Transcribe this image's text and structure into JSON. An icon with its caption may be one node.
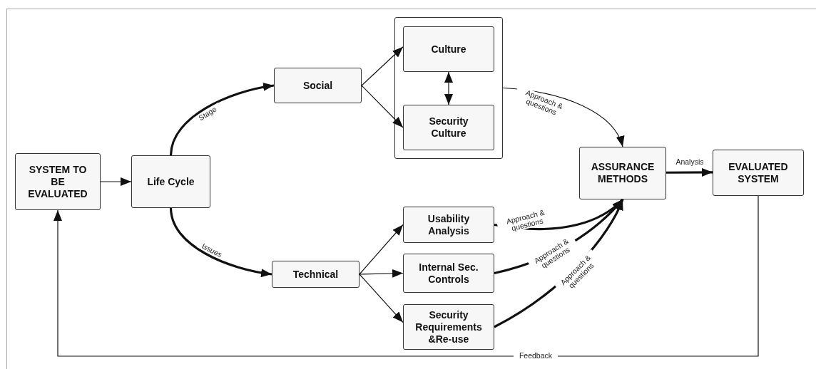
{
  "diagram": {
    "nodes": [
      {
        "text": [
          "SYSTEM TO BE EVALUATED"
        ]
      },
      {
        "text": [
          "Life Cycle"
        ]
      },
      {
        "text": [
          "Social"
        ]
      },
      {
        "text": [],
        "shape": "box"
      },
      {
        "text": [
          "Culture"
        ],
        "in": 3
      },
      {
        "text": [
          "Security Culture"
        ],
        "in": 3
      },
      {
        "text": [
          "ASSURANCE METHODS"
        ]
      },
      {
        "text": [
          "EVALUATED SYSTEM"
        ]
      },
      {
        "text": [
          "Technical"
        ]
      },
      {
        "text": [
          "Usability Analysis"
        ]
      },
      {
        "text": [
          "Internal Sec. Controls"
        ]
      },
      {
        "text": [
          "Security Requirements &Re-use"
        ]
      }
    ],
    "edges": [
      {
        "from": 0,
        "to": 1,
        "arrow": "to"
      },
      {
        "from": 1,
        "to": 2,
        "arrow": "to",
        "label": "Stage",
        "style": "thick"
      },
      {
        "from": 1,
        "to": 8,
        "arrow": "to",
        "label": "Issues",
        "style": "thick"
      },
      {
        "from": 2,
        "to": 4,
        "arrow": "to"
      },
      {
        "from": 2,
        "to": 5,
        "arrow": "to"
      },
      {
        "from": 4,
        "to": 5,
        "arrow": "both"
      },
      {
        "from": 3,
        "to": 6,
        "arrow": "to",
        "label": "Approach & questions"
      },
      {
        "from": 9,
        "to": 6,
        "arrow": "to",
        "label": "Approach & questions",
        "style": "thick"
      },
      {
        "from": 10,
        "to": 6,
        "arrow": "to",
        "label": "Approach & questions",
        "style": "thick"
      },
      {
        "from": 11,
        "to": 6,
        "arrow": "to",
        "label": "Approach & questions",
        "style": "thick"
      },
      {
        "from": 6,
        "to": 7,
        "arrow": "to",
        "label": "Analysis",
        "style": "thick"
      },
      {
        "from": 8,
        "to": 9,
        "arrow": "to"
      },
      {
        "from": 8,
        "to": 10,
        "arrow": "to"
      },
      {
        "from": 8,
        "to": 11,
        "arrow": "to"
      },
      {
        "from": 7,
        "to": 0,
        "arrow": "to",
        "label": "Feedback"
      }
    ]
  }
}
